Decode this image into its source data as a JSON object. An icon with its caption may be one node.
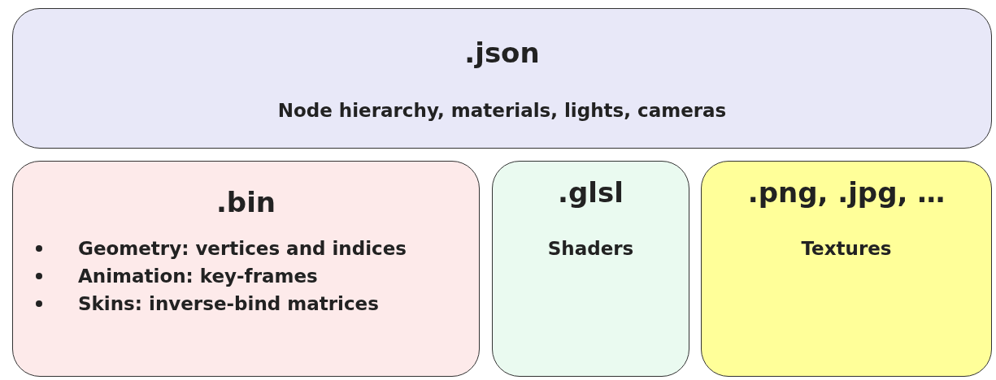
{
  "diagram": {
    "nodes": [
      {
        "text": [
          ".json",
          "Node hierarchy, materials, lights, cameras"
        ]
      },
      {
        "text": [
          ".bin",
          "Geometry: vertices and indices",
          "Animation: key-frames",
          "Skins: inverse-bind matrices"
        ]
      },
      {
        "text": [
          ".glsl",
          "Shaders"
        ]
      },
      {
        "text": [
          ".png, .jpg, …",
          "Textures"
        ]
      }
    ]
  }
}
